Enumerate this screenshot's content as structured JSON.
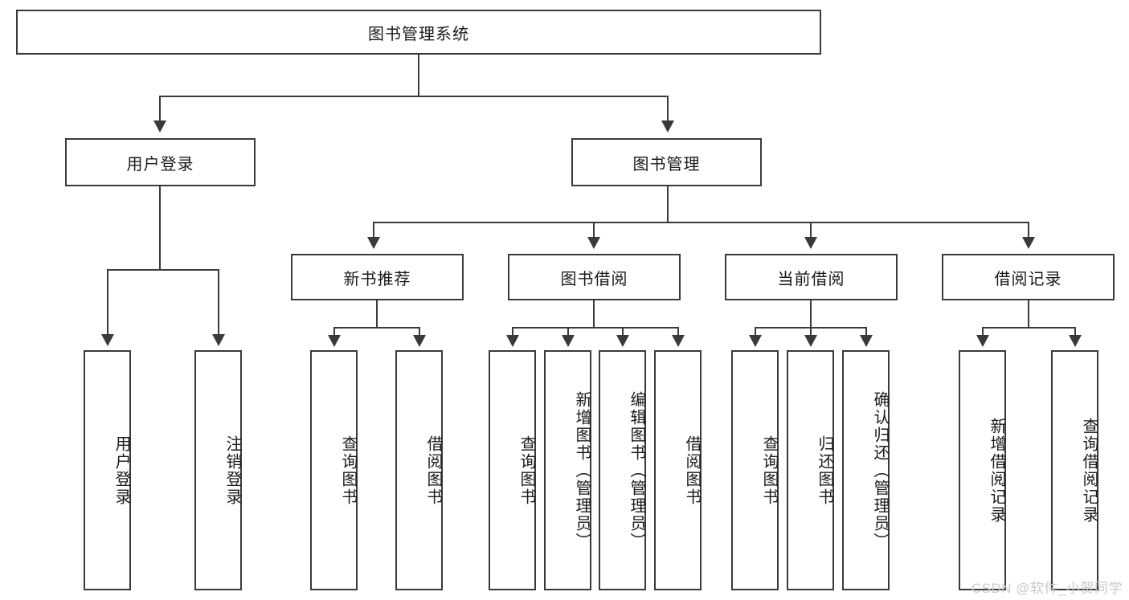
{
  "diagram": {
    "type": "tree-hierarchy-functional-decomposition",
    "title": "图书管理系统",
    "watermark": "CSDN @软件_小贺同学",
    "colors": {
      "stroke": "#3a3a3a",
      "fill": "#ffffff",
      "text": "#1a1a1a",
      "watermark": "#c9c9c9"
    },
    "levels": [
      {
        "level": 1,
        "nodes": [
          {
            "id": "root",
            "label": "图书管理系统",
            "orientation": "horizontal"
          }
        ]
      },
      {
        "level": 2,
        "nodes": [
          {
            "id": "login",
            "label": "用户登录",
            "orientation": "horizontal",
            "parent": "root"
          },
          {
            "id": "bookmgmt",
            "label": "图书管理",
            "orientation": "horizontal",
            "parent": "root"
          }
        ]
      },
      {
        "level": 3,
        "nodes": [
          {
            "id": "newbook",
            "label": "新书推荐",
            "orientation": "horizontal",
            "parent": "bookmgmt"
          },
          {
            "id": "borrow",
            "label": "图书借阅",
            "orientation": "horizontal",
            "parent": "bookmgmt"
          },
          {
            "id": "current",
            "label": "当前借阅",
            "orientation": "horizontal",
            "parent": "bookmgmt"
          },
          {
            "id": "record",
            "label": "借阅记录",
            "orientation": "horizontal",
            "parent": "bookmgmt"
          }
        ]
      },
      {
        "level": 4,
        "nodes": [
          {
            "id": "leaf1",
            "label": "用户登录",
            "orientation": "vertical",
            "parent": "login"
          },
          {
            "id": "leaf2",
            "label": "注销登录",
            "orientation": "vertical",
            "parent": "login"
          },
          {
            "id": "leaf3",
            "label": "查询图书",
            "orientation": "vertical",
            "parent": "newbook"
          },
          {
            "id": "leaf4",
            "label": "借阅图书",
            "orientation": "vertical",
            "parent": "newbook"
          },
          {
            "id": "leaf5",
            "label": "查询图书",
            "orientation": "vertical",
            "parent": "borrow"
          },
          {
            "id": "leaf6",
            "label": "新增图书（管理员）",
            "orientation": "vertical",
            "parent": "borrow"
          },
          {
            "id": "leaf7",
            "label": "编辑图书（管理员）",
            "orientation": "vertical",
            "parent": "borrow"
          },
          {
            "id": "leaf8",
            "label": "借阅图书",
            "orientation": "vertical",
            "parent": "borrow"
          },
          {
            "id": "leaf9",
            "label": "查询图书",
            "orientation": "vertical",
            "parent": "current"
          },
          {
            "id": "leaf10",
            "label": "归还图书",
            "orientation": "vertical",
            "parent": "current"
          },
          {
            "id": "leaf11",
            "label": "确认归还（管理员）",
            "orientation": "vertical",
            "parent": "current"
          },
          {
            "id": "leaf12",
            "label": "新增借阅记录",
            "orientation": "vertical",
            "parent": "record"
          },
          {
            "id": "leaf13",
            "label": "查询借阅记录",
            "orientation": "vertical",
            "parent": "record"
          }
        ]
      }
    ]
  }
}
